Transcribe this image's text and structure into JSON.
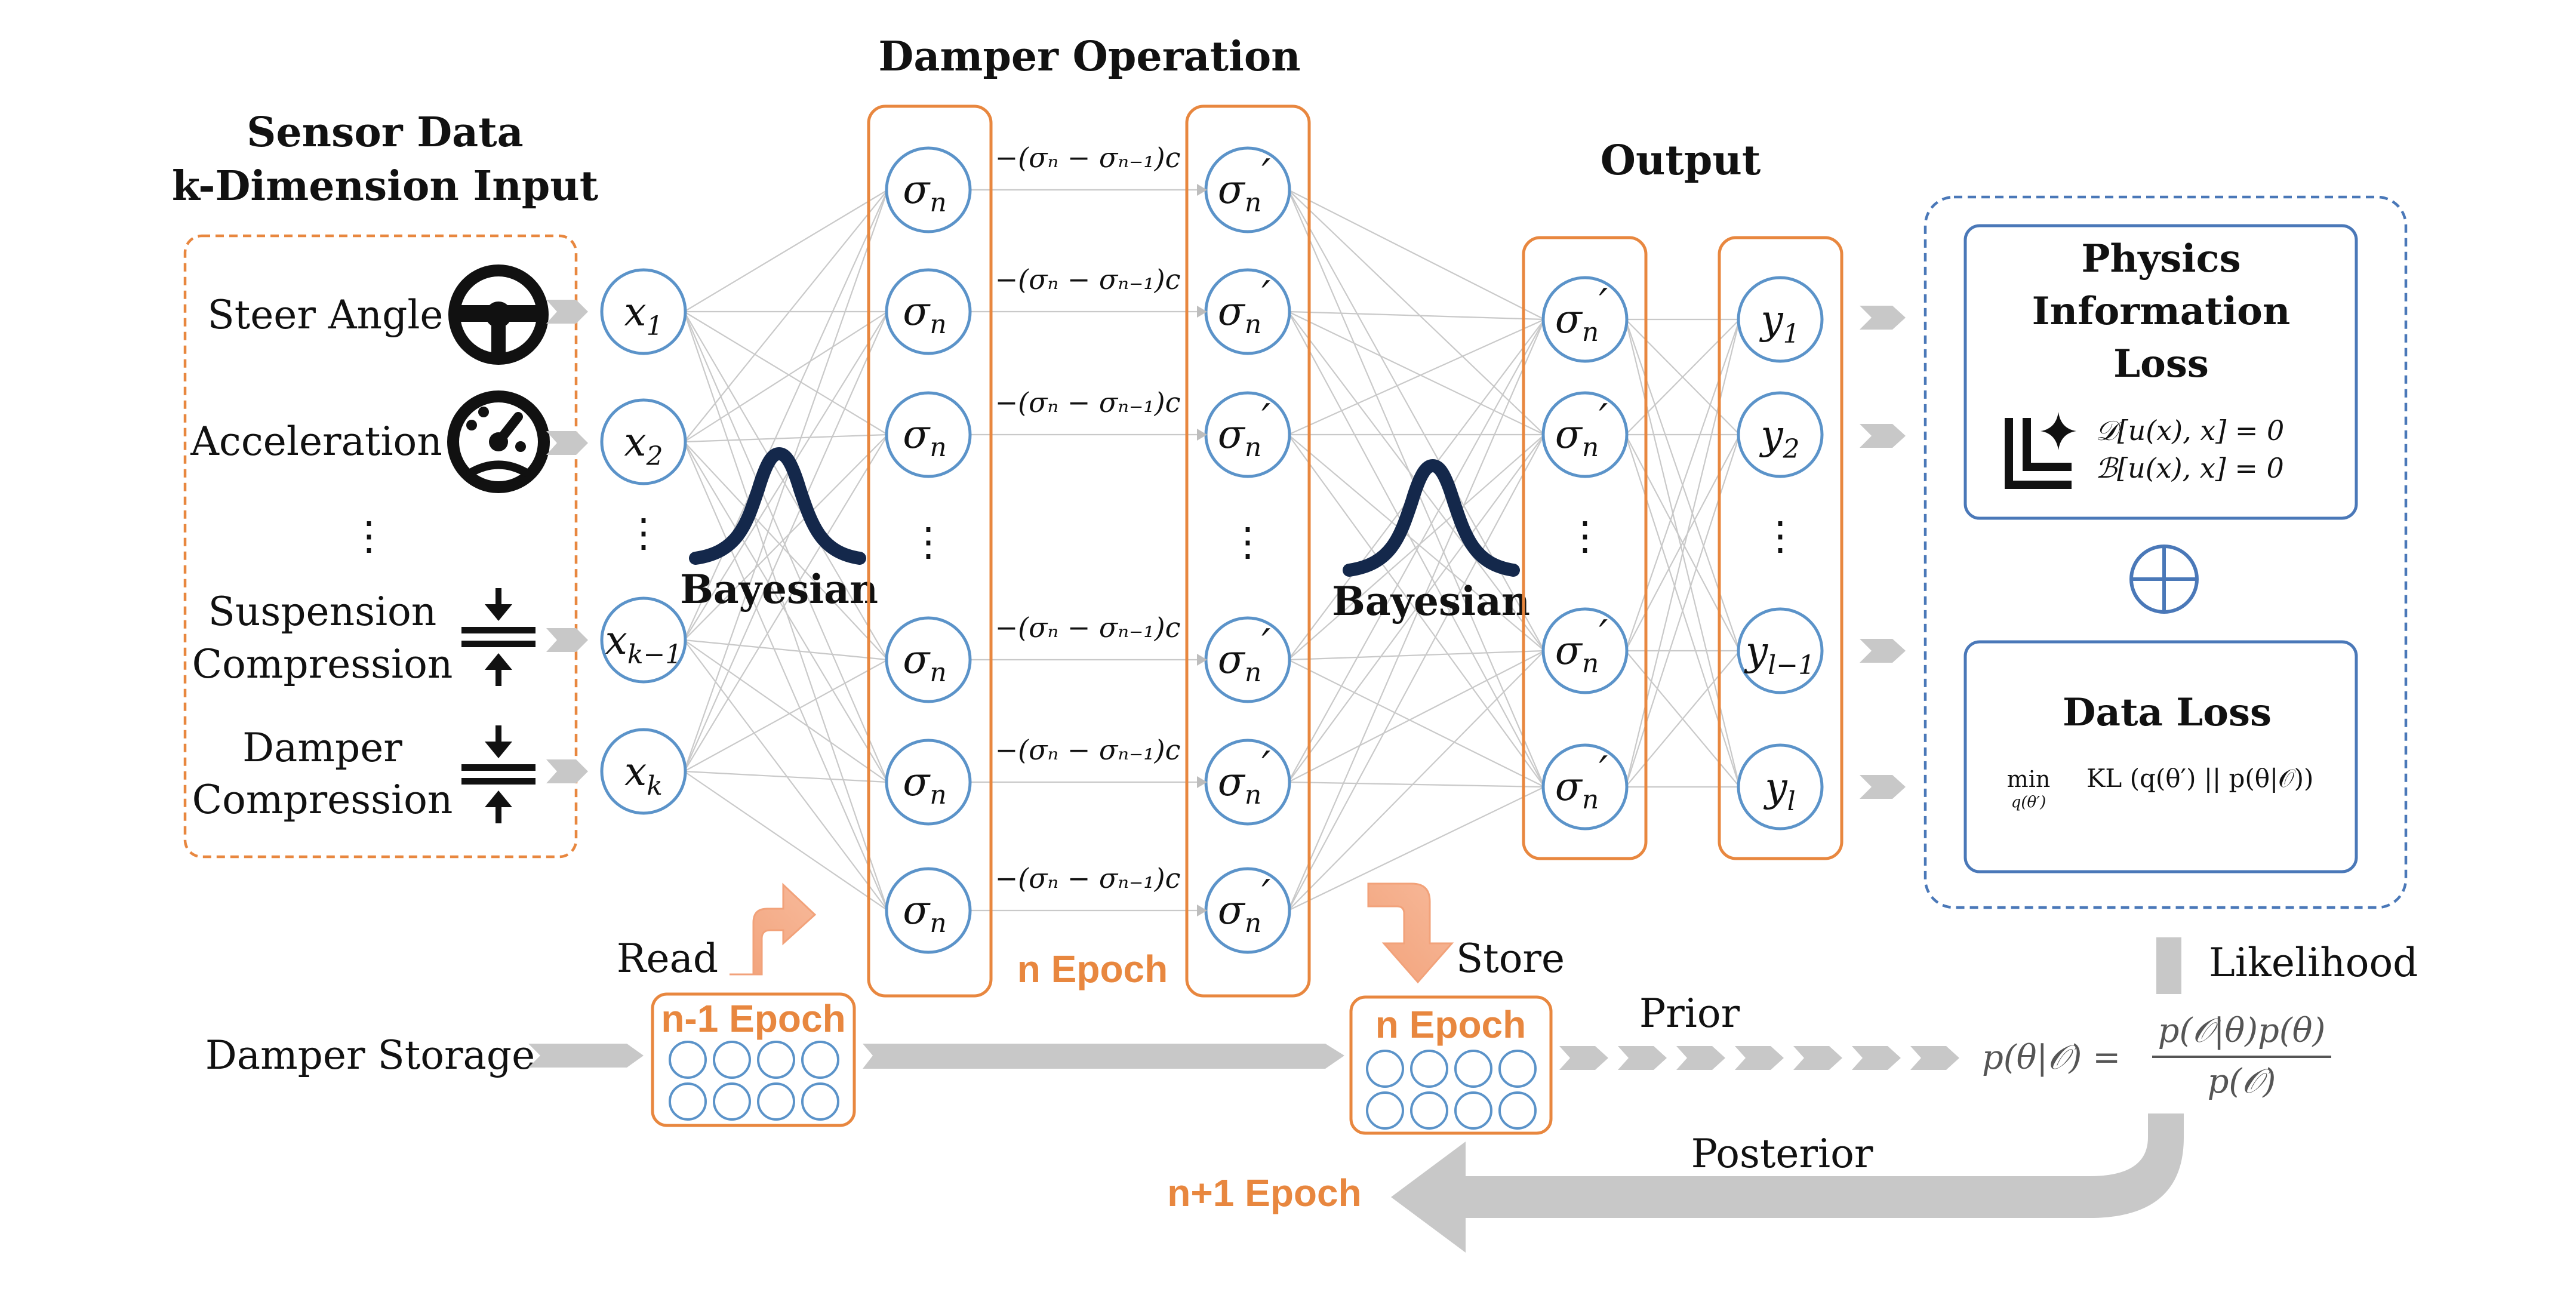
{
  "titles": {
    "sensor_line1": "Sensor Data",
    "sensor_line2": "k-Dimension Input",
    "damper_operation": "Damper Operation",
    "output": "Output"
  },
  "inputs": {
    "steer_angle": "Steer Angle",
    "acceleration": "Acceleration",
    "suspension_line1": "Suspension",
    "suspension_line2": "Compression",
    "damper_line1": "Damper",
    "damper_line2": "Compression",
    "vdots": "⋮"
  },
  "input_nodes": {
    "x1": {
      "base": "x",
      "sub": "1"
    },
    "x2": {
      "base": "x",
      "sub": "2"
    },
    "xk1": {
      "base": "x",
      "sub": "k−1"
    },
    "xk": {
      "base": "x",
      "sub": "k"
    }
  },
  "sigma": {
    "base": "σ",
    "sub": "n",
    "prime": "′",
    "op_formula": "−(σₙ − σₙ₋₁)c"
  },
  "output_nodes": {
    "y1": {
      "base": "y",
      "sub": "1"
    },
    "y2": {
      "base": "y",
      "sub": "2"
    },
    "yl1": {
      "base": "y",
      "sub": "l−1"
    },
    "yl": {
      "base": "y",
      "sub": "l"
    }
  },
  "bayesian_label": "Bayesian",
  "loss": {
    "physics_line1": "Physics",
    "physics_line2": "Information",
    "physics_line3": "Loss",
    "eq1": "𝒟[u(x), x] = 0",
    "eq2": "ℬ[u(x), x] = 0",
    "data_loss": "Data Loss",
    "min": "min",
    "min_sub": "q(θ′)",
    "kl": "KL (q(θ′) || p(θ|𝒪))"
  },
  "storage": {
    "damper_storage": "Damper Storage",
    "read": "Read",
    "store": "Store",
    "n_minus_1_epoch": "n-1 Epoch",
    "n_epoch_top": "n Epoch",
    "n_epoch_box": "n Epoch",
    "n_plus_1_epoch": "n+1 Epoch",
    "prior": "Prior",
    "likelihood": "Likelihood",
    "posterior": "Posterior",
    "bayes_lhs": "p(θ|𝒪) =",
    "bayes_num": "p(𝒪|θ)p(θ)",
    "bayes_den": "p(𝒪)"
  },
  "colors": {
    "orange": "#E8873F",
    "blue_node": "#5B93C9",
    "blue_box": "#4A78B8",
    "navy_curve": "#14284B",
    "gray_arrow": "#C8C8C8"
  }
}
